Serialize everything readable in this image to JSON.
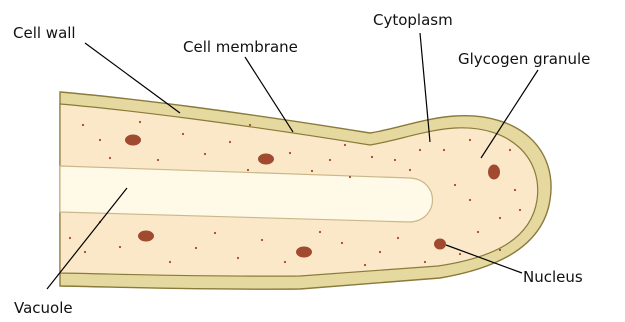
{
  "labels": {
    "cell_wall": "Cell wall",
    "cell_membrane": "Cell membrane",
    "cytoplasm": "Cytoplasm",
    "glycogen_granule": "Glycogen granule",
    "nucleus": "Nucleus",
    "vacuole": "Vacuole"
  },
  "colors": {
    "cell_wall_fill": "#e6d9a0",
    "cell_wall_stroke": "#8a7a3c",
    "cytoplasm_fill": "#fbe8c8",
    "vacuole_fill": "#fffae8",
    "nucleus_fill": "#a04a30",
    "granule_fill": "#a04a30"
  }
}
